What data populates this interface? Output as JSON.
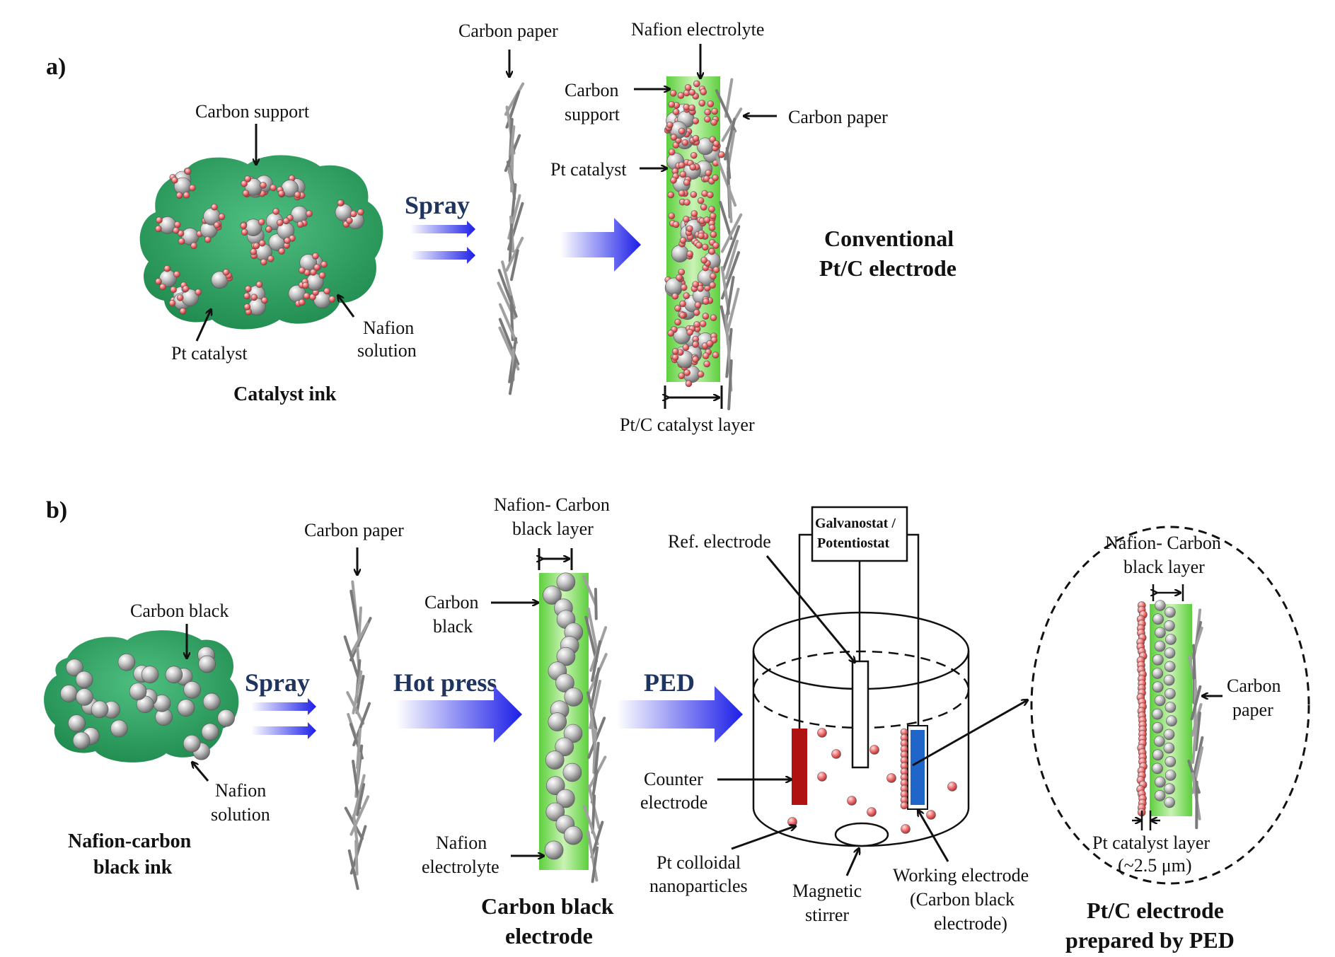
{
  "panel_a": {
    "letter": "a)",
    "ink_carbon_support": "Carbon support",
    "ink_pt_catalyst": "Pt catalyst",
    "ink_nafion_1": "Nafion",
    "ink_nafion_2": "solution",
    "ink_title": "Catalyst ink",
    "spray": "Spray",
    "carbon_paper_top": "Carbon paper",
    "nafion_electrolyte": "Nafion electrolyte",
    "carbon_support_1": "Carbon",
    "carbon_support_2": "support",
    "pt_catalyst": "Pt catalyst",
    "carbon_paper_right": "Carbon paper",
    "layer_label": "Pt/C catalyst layer",
    "result_1": "Conventional",
    "result_2": "Pt/C electrode"
  },
  "panel_b": {
    "letter": "b)",
    "ink_carbon_black": "Carbon black",
    "ink_nafion_1": "Nafion",
    "ink_nafion_2": "solution",
    "ink_title_1": "Nafion-carbon",
    "ink_title_2": "black ink",
    "spray": "Spray",
    "carbon_paper": "Carbon paper",
    "hot_press": "Hot press",
    "layer_1": "Nafion- Carbon",
    "layer_2": "black layer",
    "carbon_black_1": "Carbon",
    "carbon_black_2": "black",
    "nafion_electrolyte_1": "Nafion",
    "nafion_electrolyte_2": "electrolyte",
    "cb_electrode_1": "Carbon black",
    "cb_electrode_2": "electrode",
    "ped": "PED",
    "galvano_1": "Galvanostat /",
    "galvano_2": "Potentiostat",
    "ref_electrode": "Ref. electrode",
    "counter_1": "Counter",
    "counter_2": "electrode",
    "pt_colloidal_1": "Pt colloidal",
    "pt_colloidal_2": "nanoparticles",
    "stirrer_1": "Magnetic",
    "stirrer_2": "stirrer",
    "working_1": "Working electrode",
    "working_2": "(Carbon black",
    "working_3": "electrode)",
    "zoom_layer_1": "Nafion- Carbon",
    "zoom_layer_2": "black layer",
    "zoom_paper_1": "Carbon",
    "zoom_paper_2": "paper",
    "zoom_pt_1": "Pt catalyst layer",
    "zoom_pt_2": "(~2.5 μm)",
    "result_1": "Pt/C electrode",
    "result_2": "prepared by PED"
  },
  "colors": {
    "ink_green": "#2e9a5c",
    "nafion_green": "#7fdc5a",
    "pt_red": "#e46a6a",
    "carbon_grey": "#a9a9a9",
    "arrow_blue": "#2f35e0",
    "counter_red": "#b01212",
    "working_blue": "#1f66c8"
  }
}
